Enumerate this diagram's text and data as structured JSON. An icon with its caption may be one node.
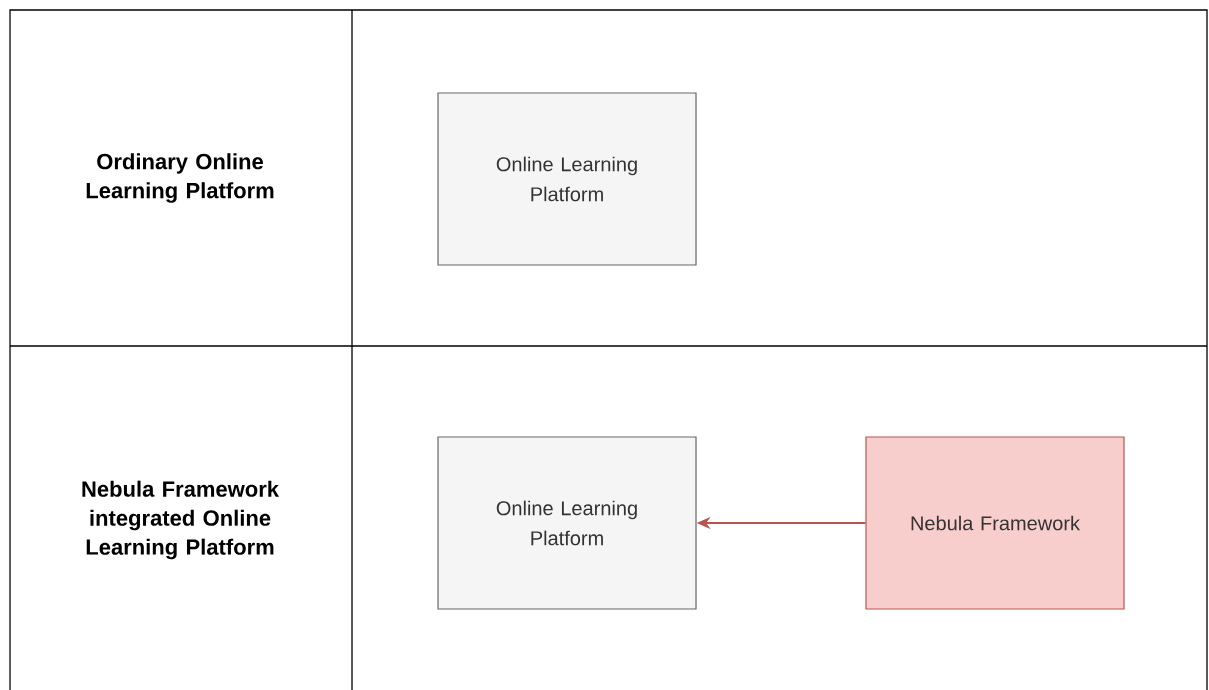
{
  "diagram": {
    "nodes": [
      {
        "text": [
          "Ordinary Online Learning Platform"
        ]
      },
      {
        "text": [
          "Online Learning Platform"
        ]
      },
      {
        "text": [
          "Nebula Framework integrated Online Learning Platform"
        ]
      },
      {
        "text": [
          "Online Learning Platform"
        ]
      },
      {
        "text": [
          "Nebula Framework"
        ]
      }
    ],
    "edges": [
      {
        "from": 4,
        "to": 3,
        "arrow": "to",
        "color": "#b85450"
      }
    ]
  }
}
